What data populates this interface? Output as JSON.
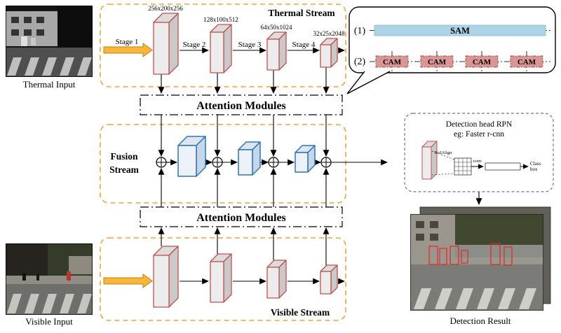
{
  "inputs": {
    "thermal_label": "Thermal Input",
    "visible_label": "Visible Input"
  },
  "streams": {
    "thermal_title": "Thermal Stream",
    "visible_title": "Visible Stream",
    "fusion_title_line1": "Fusion",
    "fusion_title_line2": "Stream"
  },
  "attention": {
    "top_label": "Attention Modules",
    "bottom_label": "Attention Modules"
  },
  "stages": {
    "s1": "Stage 1",
    "s2": "Stage 2",
    "s3": "Stage 3",
    "s4": "Stage 4"
  },
  "feature_maps": {
    "thermal_sizes": [
      "256x200x256",
      "128x100x512",
      "64x50x1024",
      "32x25x2048"
    ]
  },
  "attention_legend": {
    "item1_index": "(1)",
    "sam_label": "SAM",
    "item2_index": "(2)",
    "cam_labels": [
      "CAM",
      "CAM",
      "CAM",
      "CAM"
    ]
  },
  "detection_head": {
    "title_line1": "Detection head RPN",
    "title_line2": "eg: Faster r-cnn",
    "roi_align_label": "RoIAlign",
    "conv_label": "conv",
    "class_box_line1": "Class",
    "class_box_line2": "box"
  },
  "output": {
    "result_label": "Detection Result"
  },
  "colors": {
    "stream_box_border": "#F2A33C",
    "feature_block_border": "#C0504D",
    "fusion_block_border": "#2E75B6",
    "stage_arrow_fill": "#FCB53B",
    "sam_fill": "#ADD3E6",
    "cam_fill": "#D99694",
    "detection_box": "#E8261F"
  }
}
